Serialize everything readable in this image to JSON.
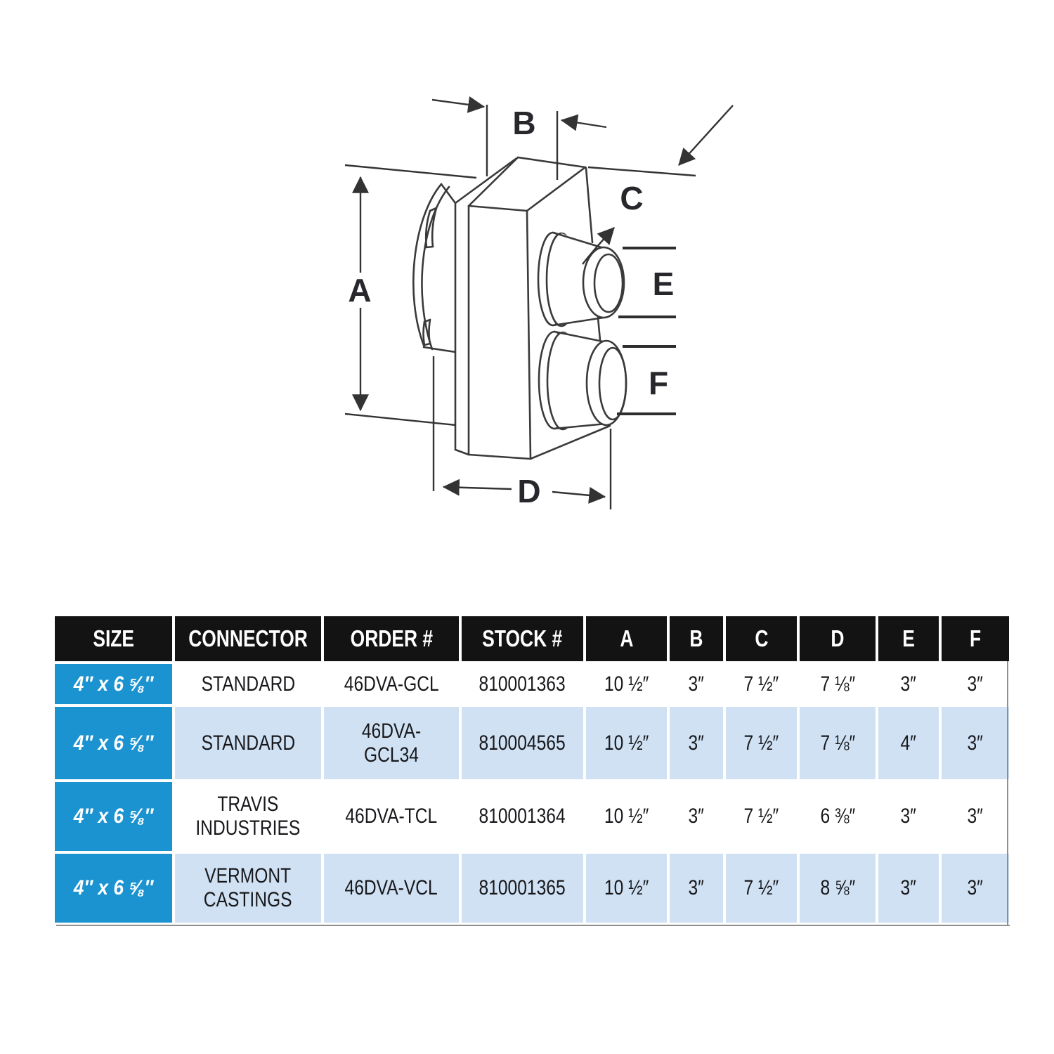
{
  "diagram": {
    "title": "co-linear vent adapter dimension drawing",
    "labels": {
      "a": "A",
      "b": "B",
      "c": "C",
      "d": "D",
      "e": "E",
      "f": "F"
    }
  },
  "table": {
    "headers": [
      "SIZE",
      "CONNECTOR",
      "ORDER #",
      "STOCK #",
      "A",
      "B",
      "C",
      "D",
      "E",
      "F"
    ],
    "rows": [
      {
        "size": "4″ x 6 ⅝″",
        "connector": "STANDARD",
        "order": "46DVA-GCL",
        "stock": "810001363",
        "a": "10 ½″",
        "b": "3″",
        "c": "7 ½″",
        "d": "7 ⅛″",
        "e": "3″",
        "f": "3″"
      },
      {
        "size": "4″ x 6 ⅝″",
        "connector": "STANDARD",
        "order": "46DVA-GCL34",
        "stock": "810004565",
        "a": "10 ½″",
        "b": "3″",
        "c": "7 ½″",
        "d": "7 ⅛″",
        "e": "4″",
        "f": "3″"
      },
      {
        "size": "4″ x 6 ⅝″",
        "connector": "TRAVIS\nINDUSTRIES",
        "order": "46DVA-TCL",
        "stock": "810001364",
        "a": "10 ½″",
        "b": "3″",
        "c": "7 ½″",
        "d": "6 ⅜″",
        "e": "3″",
        "f": "3″"
      },
      {
        "size": "4″ x 6 ⅝″",
        "connector": "VERMONT\nCASTINGS",
        "order": "46DVA-VCL",
        "stock": "810001365",
        "a": "10 ½″",
        "b": "3″",
        "c": "7 ½″",
        "d": "8 ⅝″",
        "e": "3″",
        "f": "3″"
      }
    ],
    "colors": {
      "header_bg": "#131313",
      "header_text": "#ffffff",
      "size_cell_bg": "#1b93d0",
      "alt_row_bg": "#cfe1f2",
      "row_bg": "#ffffff",
      "data_text": "#18181c",
      "line_art": "#3a3a3a"
    }
  }
}
